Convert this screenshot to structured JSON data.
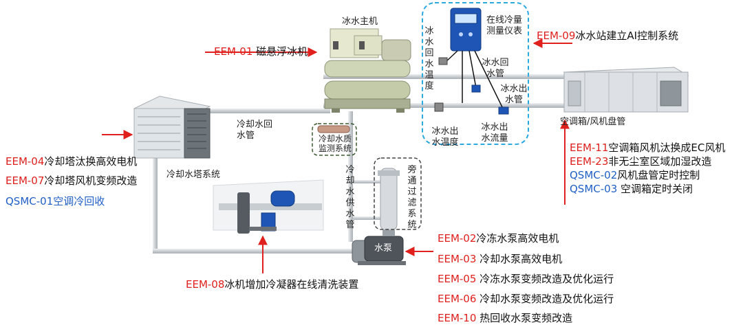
{
  "colors": {
    "eem": "#e0201d",
    "qsmc": "#1f5fc6",
    "arrow": "#e0201d",
    "dash_blue": "#29a9e0",
    "dash_green": "#3a5a2f",
    "pipe": "#cfd4d8"
  },
  "labels": {
    "chiller": "冰水主机",
    "meter": "在线冷量测量仪表",
    "chw_return_temp": "冰水回水温度",
    "chw_return_pipe": "冰水回水管",
    "chw_supply_pipe": "冰水出水管",
    "chw_supply_temp": "冰水出水温度",
    "chw_flow": "冰水出水流量",
    "ahu": "空调箱/风机盘管",
    "cw_return": "冷却水回水管",
    "water_quality": "冷却水质监测系统",
    "cooling_tower": "冷却水塔系统",
    "cw_supply": "冷却水供水管",
    "bypass_filter": "旁通过滤系统",
    "pump": "水泵"
  },
  "items": {
    "eem01": {
      "code": "EEM-01",
      "text": " 磁悬浮冰机"
    },
    "eem09": {
      "code": "EEM-09",
      "text": "冰水站建立AI控制系统"
    },
    "eem04": {
      "code": "EEM-04",
      "text": "冷却塔汰换高效电机"
    },
    "eem07": {
      "code": "EEM-07",
      "text": "冷却塔风机变频改造"
    },
    "qsmc01": {
      "code": "QSMC-01",
      "text": "空调冷回收"
    },
    "eem11": {
      "code": "EEM-11",
      "text": "空调箱风机汰换成EC风机"
    },
    "eem23": {
      "code": "EEM-23",
      "text": "非无尘室区域加湿改造"
    },
    "qsmc02": {
      "code": "QSMC-02",
      "text": "风机盘管定时控制"
    },
    "qsmc03": {
      "code": "QSMC-03",
      "text": " 空调箱定时关闭"
    },
    "eem02": {
      "code": "EEM-02",
      "text": "冷冻水泵高效电机"
    },
    "eem03": {
      "code": "EEM-03",
      "text": " 冷却水泵高效电机"
    },
    "eem05": {
      "code": "EEM-05",
      "text": " 冷冻水泵变频改造及优化运行"
    },
    "eem06": {
      "code": "EEM-06",
      "text": " 冷却水泵变频改造及优化运行"
    },
    "eem10": {
      "code": "EEM-10",
      "text": " 热回收水泵变频改造"
    },
    "eem08": {
      "code": "EEM-08",
      "text": "冰机增加冷凝器在线清洗装置"
    }
  }
}
